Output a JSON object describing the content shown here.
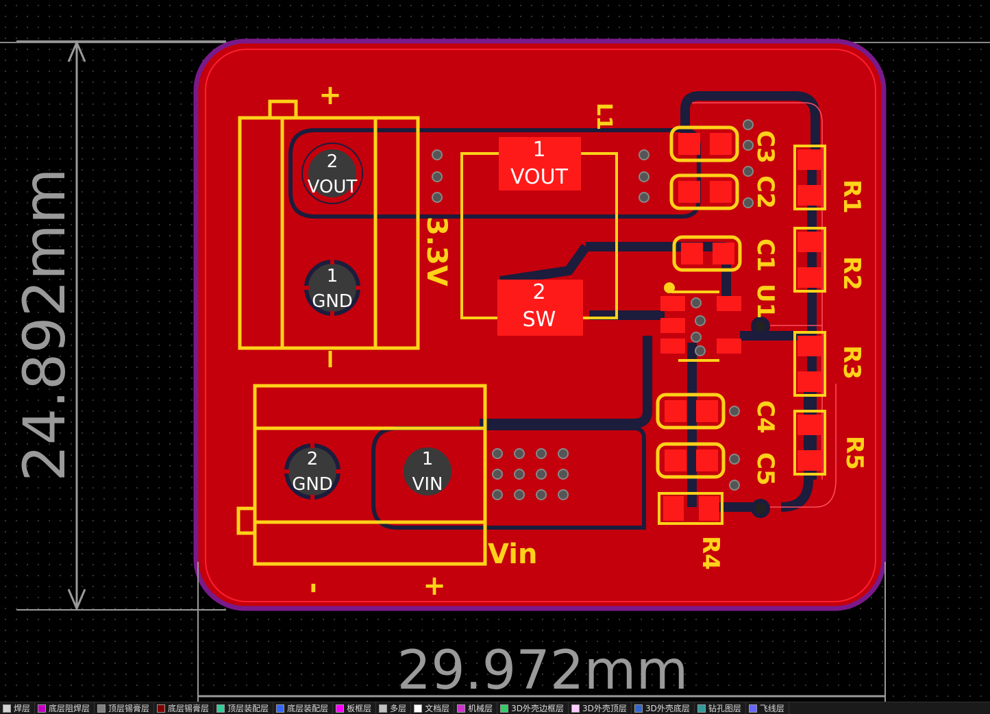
{
  "dimensions": {
    "height": "24.892mm",
    "width": "29.972mm"
  },
  "components": {
    "L1": {
      "ref": "L1",
      "pad1_num": "1",
      "pad1_net": "VOUT",
      "pad2_num": "2",
      "pad2_net": "SW"
    },
    "J_out": {
      "pin2_num": "2",
      "pin2_net": "VOUT",
      "pin1_num": "1",
      "pin1_net": "GND",
      "plus": "+",
      "minus": "-",
      "label": "3.3V"
    },
    "J_in": {
      "pin2_num": "2",
      "pin2_net": "GND",
      "pin1_num": "1",
      "pin1_net": "VIN",
      "plus": "+",
      "minus": "-",
      "label": "Vin"
    },
    "designators": [
      "C3",
      "C2",
      "C1",
      "U1",
      "C4",
      "C5",
      "R1",
      "R2",
      "R3",
      "R5",
      "R4"
    ]
  },
  "colors": {
    "copper": "#c4000c",
    "silk": "#ffd21a",
    "pad": "#ff0000",
    "outline": "#7a1a8a",
    "dim": "#9a9a9a",
    "trace_dark": "#1c1c3c"
  },
  "layers": [
    {
      "name": "焊层",
      "color": "#d4d4d4"
    },
    {
      "name": "底层阻焊层",
      "color": "#c000c0"
    },
    {
      "name": "顶层锡膏层",
      "color": "#808080"
    },
    {
      "name": "底层锡膏层",
      "color": "#800000"
    },
    {
      "name": "顶层装配层",
      "color": "#33cc99"
    },
    {
      "name": "底层装配层",
      "color": "#3366ff"
    },
    {
      "name": "板框层",
      "color": "#ff00ff"
    },
    {
      "name": "多层",
      "color": "#c0c0c0"
    },
    {
      "name": "文档层",
      "color": "#ffffff"
    },
    {
      "name": "机械层",
      "color": "#cc33cc"
    },
    {
      "name": "3D外壳边框层",
      "color": "#33cc66"
    },
    {
      "name": "3D外壳顶层",
      "color": "#ffccff"
    },
    {
      "name": "3D外壳底层",
      "color": "#3366cc"
    },
    {
      "name": "钻孔图层",
      "color": "#339999"
    },
    {
      "name": "飞线层",
      "color": "#6666ff"
    }
  ]
}
